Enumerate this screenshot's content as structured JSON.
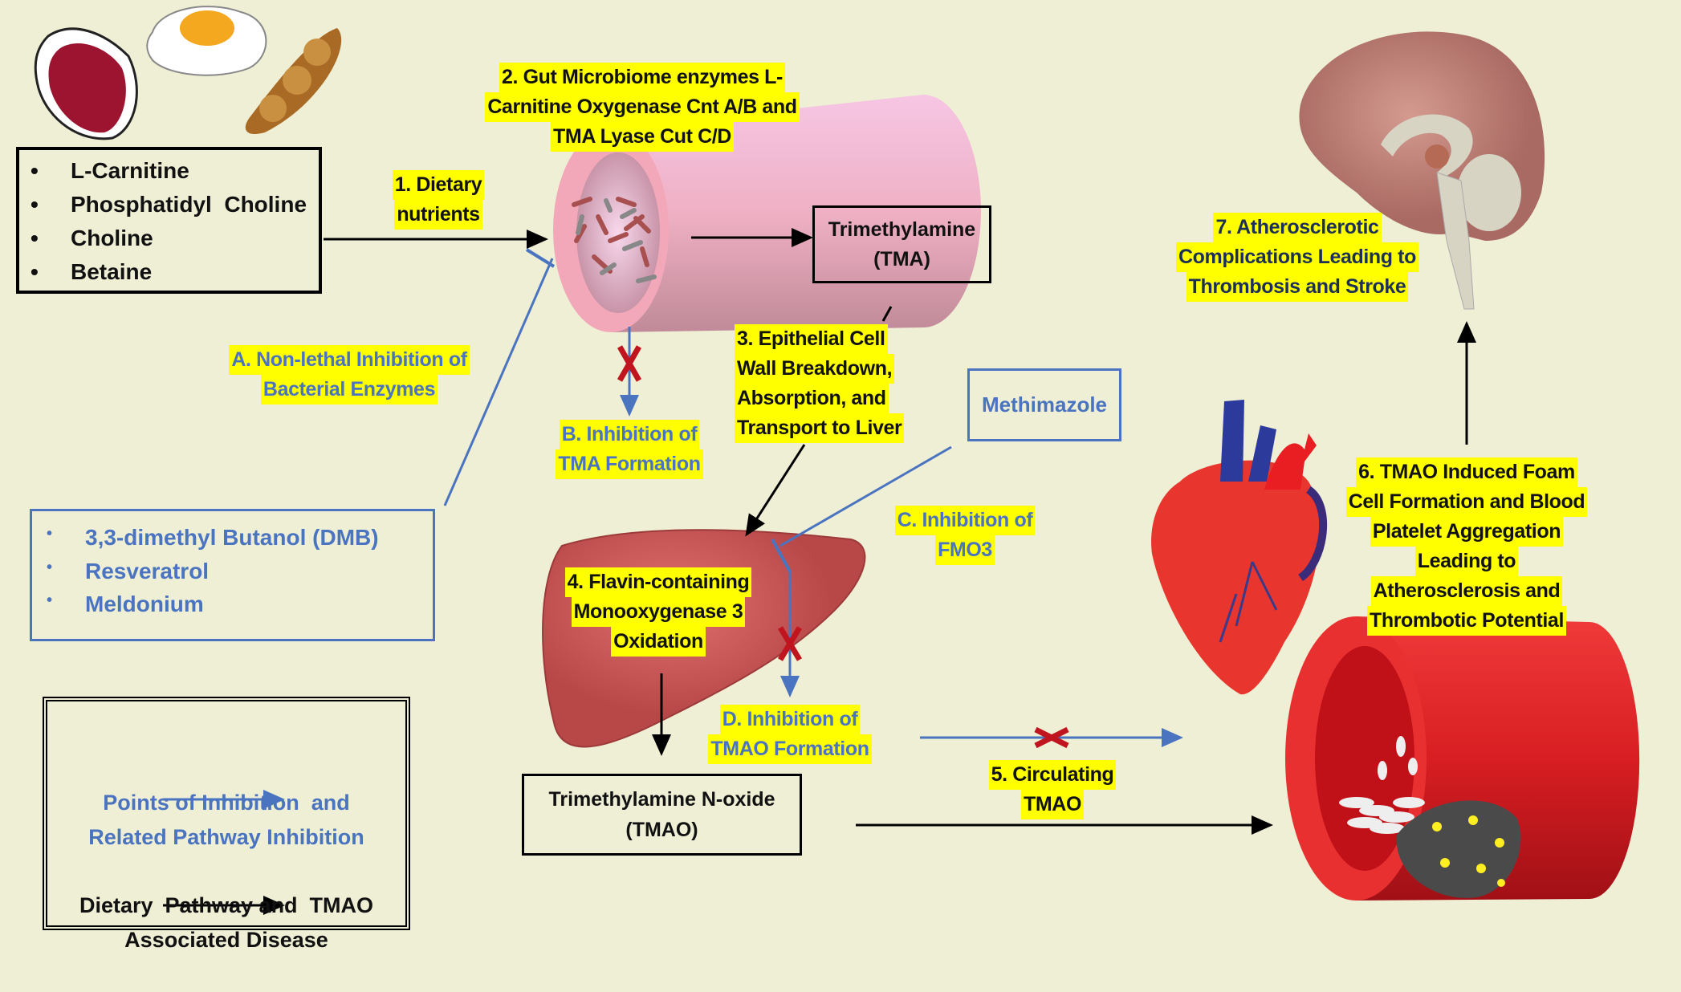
{
  "nutrients": {
    "items": [
      "L-Carnitine",
      "Phosphatidyl  Choline",
      "Choline",
      "Betaine"
    ],
    "bullet": "•"
  },
  "inhibitors": {
    "items": [
      "3,3-dimethyl Butanol (DMB)",
      "Resveratrol",
      "Meldonium"
    ],
    "bullet": "•"
  },
  "labels": {
    "step1": [
      "1. Dietary",
      "nutrients"
    ],
    "step2": [
      "2. Gut Microbiome enzymes L-",
      "Carnitine Oxygenase Cnt A/B and",
      "TMA Lyase Cut C/D"
    ],
    "step3": [
      "3. Epithelial Cell",
      "Wall Breakdown,",
      "Absorption, and",
      "Transport to Liver"
    ],
    "step4": [
      "4. Flavin-containing",
      "Monooxygenase 3",
      "Oxidation"
    ],
    "step5": [
      "5. Circulating",
      "TMAO"
    ],
    "step6": [
      "6. TMAO Induced Foam",
      "Cell Formation and Blood",
      "Platelet Aggregation",
      "Leading to",
      "Atherosclerosis and",
      "Thrombotic Potential"
    ],
    "step7": [
      "7. Atherosclerotic",
      "Complications Leading to",
      "Thrombosis and Stroke"
    ],
    "inhA": [
      "A. Non-lethal Inhibition of",
      "Bacterial Enzymes"
    ],
    "inhB": [
      "B. Inhibition of",
      "TMA Formation"
    ],
    "inhC": [
      "C. Inhibition of",
      "FMO3"
    ],
    "inhD": [
      "D. Inhibition of",
      "TMAO Formation"
    ]
  },
  "tma_box": [
    "Trimethylamine",
    "(TMA)"
  ],
  "tmao_box": [
    "Trimethylamine N-oxide",
    "(TMAO)"
  ],
  "methimazole": "Methimazole",
  "legend": {
    "inhibition": [
      "Points of Inhibition  and",
      "Related Pathway Inhibition"
    ],
    "dietary": [
      "Dietary  Pathway and  TMAO",
      "Associated Disease"
    ]
  },
  "colors": {
    "background": "#efefd6",
    "highlight": "#ffff00",
    "inhibition_blue": "#4a74c0",
    "block_red": "#c0141e"
  }
}
